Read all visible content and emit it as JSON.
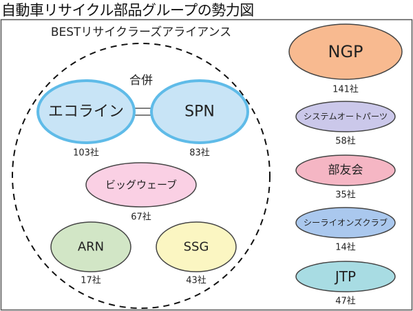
{
  "title": "自動車リサイクル部品グループの勢力図",
  "alliance": {
    "label": "BESTリサイクラーズアライアンス",
    "merger_label": "合併",
    "groups": [
      {
        "name": "エコライン",
        "count": "103社",
        "fill": "#c8e4f6",
        "stroke": "#5fbbe8"
      },
      {
        "name": "SPN",
        "count": "83社",
        "fill": "#c8e4f6",
        "stroke": "#5fbbe8"
      },
      {
        "name": "ビッグウェーブ",
        "count": "67社",
        "fill": "#fad0e4",
        "stroke": "#444444"
      },
      {
        "name": "ARN",
        "count": "17社",
        "fill": "#d2e6c6",
        "stroke": "#444444"
      },
      {
        "name": "SSG",
        "count": "43社",
        "fill": "#fbf6c2",
        "stroke": "#444444"
      }
    ]
  },
  "others": [
    {
      "name": "NGP",
      "count": "141社",
      "fill": "#f8ba90"
    },
    {
      "name": "システムオートパーツ",
      "count": "58社",
      "fill": "#cbc8ea"
    },
    {
      "name": "部友会",
      "count": "35社",
      "fill": "#f5b6c4"
    },
    {
      "name": "シーライオンズクラブ",
      "count": "14社",
      "fill": "#aac8ee"
    },
    {
      "name": "JTP",
      "count": "47社",
      "fill": "#a8dce3"
    }
  ]
}
